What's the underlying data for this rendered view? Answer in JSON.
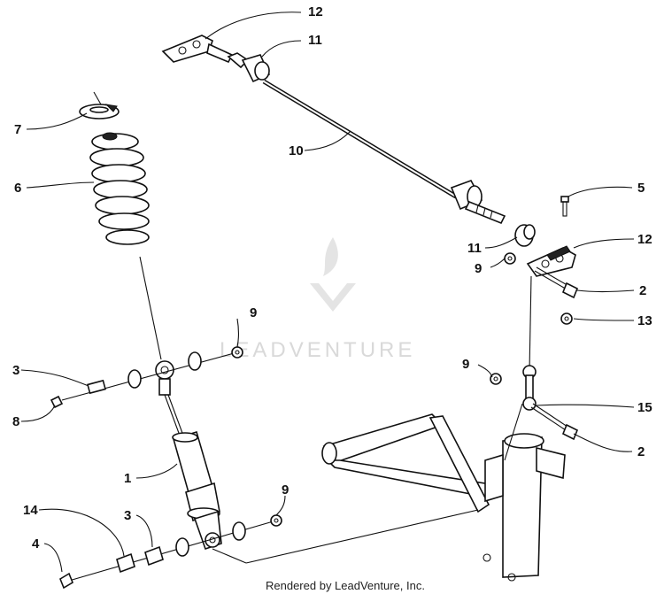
{
  "callouts": {
    "c12a": "12",
    "c11a": "11",
    "c7": "7",
    "c10": "10",
    "c6": "6",
    "c5": "5",
    "c11b": "11",
    "c12b": "12",
    "c9a": "9",
    "c2a": "2",
    "c13": "13",
    "c9b": "9",
    "c3a": "3",
    "c9c": "9",
    "c8": "8",
    "c15": "15",
    "c2b": "2",
    "c1": "1",
    "c9d": "9",
    "c14": "14",
    "c3b": "3",
    "c4": "4"
  },
  "watermark": {
    "text": "LEADVENTURE"
  },
  "footer": {
    "credit": "Rendered by LeadVenture, Inc."
  }
}
